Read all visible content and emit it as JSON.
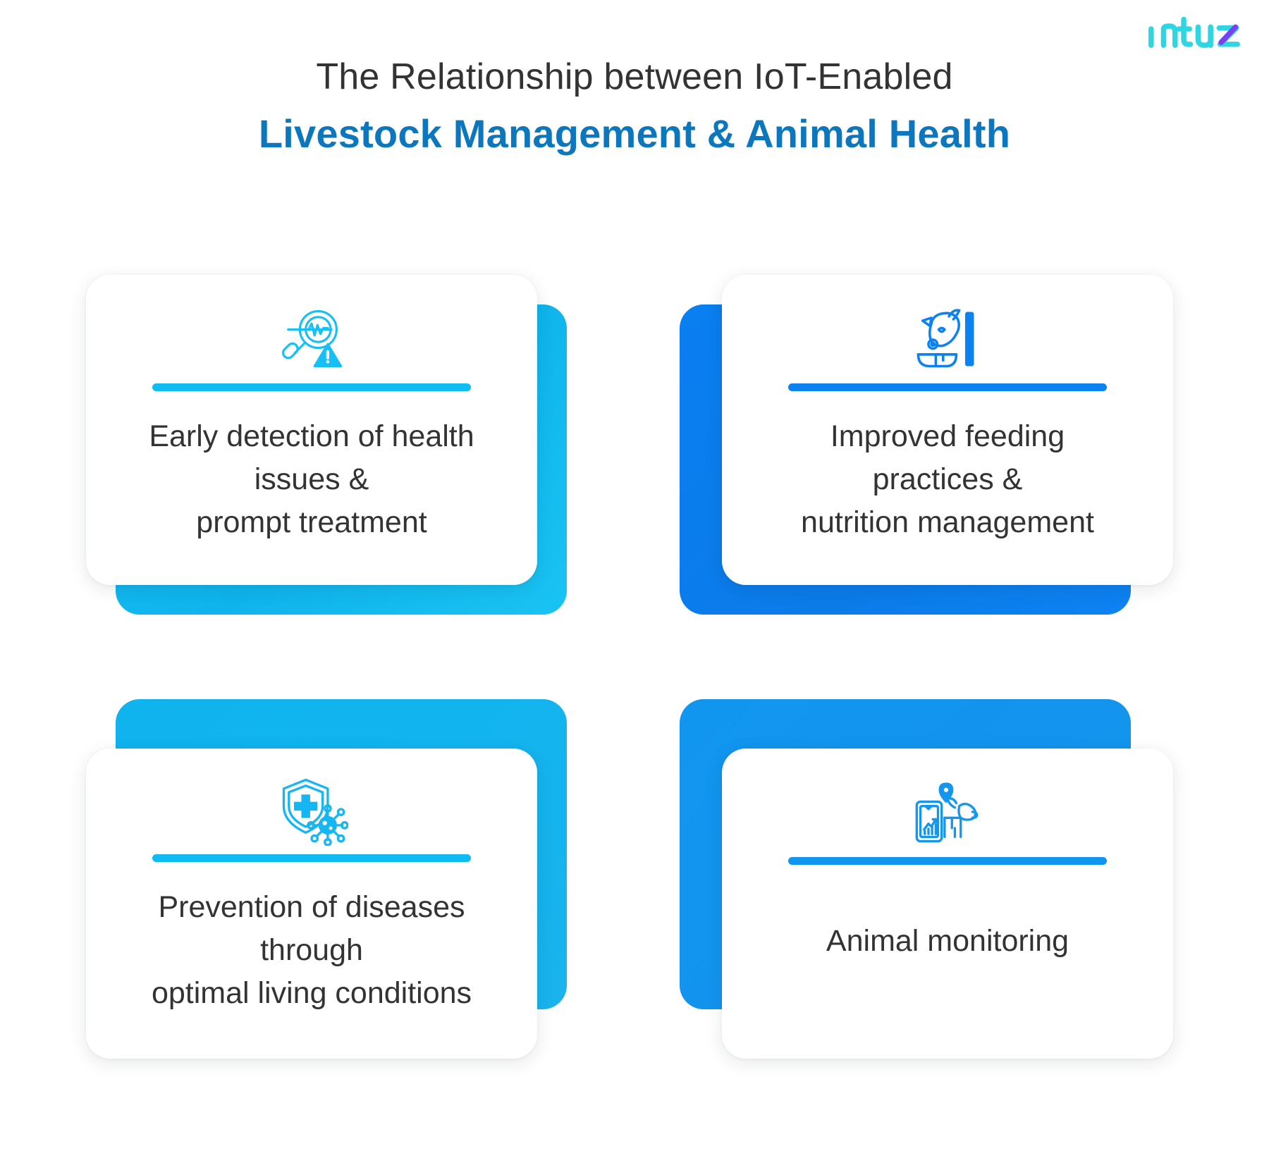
{
  "brand": {
    "logo_text": "intuz",
    "logo_color": "#2fd5e0",
    "logo_accent_color": "#7b3ff2"
  },
  "header": {
    "title_line1": "The Relationship between IoT-Enabled",
    "title_line2": "Livestock Management & Animal Health",
    "title_line1_color": "#333333",
    "title_line2_color": "#0d77bd"
  },
  "cards": [
    {
      "icon_name": "magnifier-heartbeat-warning-icon",
      "icon_color": "#16c0f4",
      "divider_color": "#0fbdf3",
      "backdrop_color": "#13bdf2",
      "text": "Early detection of health\nissues &\nprompt treatment"
    },
    {
      "icon_name": "cow-feeding-trough-icon",
      "icon_color": "#0b82ef",
      "divider_color": "#0b82ef",
      "backdrop_color": "#0a7ff1",
      "text": "Improved feeding\npractices &\nnutrition management"
    },
    {
      "icon_name": "shield-cross-virus-icon",
      "icon_color": "#16b6f2",
      "divider_color": "#10bbf2",
      "backdrop_color": "#0fb3ee",
      "text": "Prevention of diseases\nthrough\noptimal living conditions"
    },
    {
      "icon_name": "cow-mobile-chart-location-icon",
      "icon_color": "#1496ef",
      "divider_color": "#1196ef",
      "backdrop_color": "#1196ef",
      "text": "Animal monitoring"
    }
  ]
}
